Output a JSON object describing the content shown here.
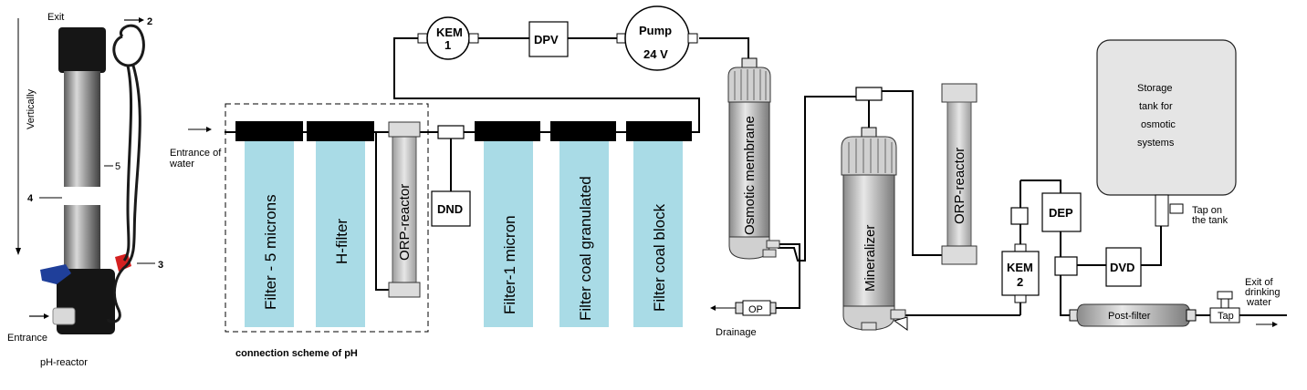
{
  "photo": {
    "exit": "Exit",
    "vertically": "Vertically",
    "marker_2": "2",
    "marker_5": "5",
    "marker_4": "4",
    "marker_3": "3",
    "entrance": "Entrance",
    "caption": "pH-reactor"
  },
  "inlet": {
    "label_line1": "Entrance of",
    "label_line2": "water"
  },
  "ph_scheme": {
    "caption": "connection scheme of pH",
    "filter_5": "Filter - 5 microns",
    "h_filter": "H-filter",
    "orp_reactor": "ORP-reactor"
  },
  "dnd": "DND",
  "filters": {
    "f1": "Filter-1 micron",
    "f2": "Filter coal granulated",
    "f3": "Filter coal block"
  },
  "top_line": {
    "kem1_line1": "KEM",
    "kem1_line2": "1",
    "dpv": "DPV",
    "pump_line1": "Pump",
    "pump_line2": "24 V"
  },
  "membrane": "Osmotic membrane",
  "mineralizer": "Mineralizer",
  "orp_reactor_2": "ORP-reactor",
  "op": "OP",
  "drainage": "Drainage",
  "kem2_line1": "KEM",
  "kem2_line2": "2",
  "dep": "DEP",
  "dvd": "DVD",
  "tank": {
    "line1": "Storage",
    "line2": "tank for",
    "line3": "osmotic",
    "line4": "systems"
  },
  "tap_on_tank_line1": "Tap on",
  "tap_on_tank_line2": "the tank",
  "post_filter": "Post-filter",
  "tap": "Tap",
  "exit_line1": "Exit of",
  "exit_line2": "drinking",
  "exit_line3": "water",
  "colors": {
    "filter_fill": "#a9dbe6",
    "tank_fill": "#e5e5e5",
    "housing": "#c4c4c4",
    "cap": "#000000"
  }
}
